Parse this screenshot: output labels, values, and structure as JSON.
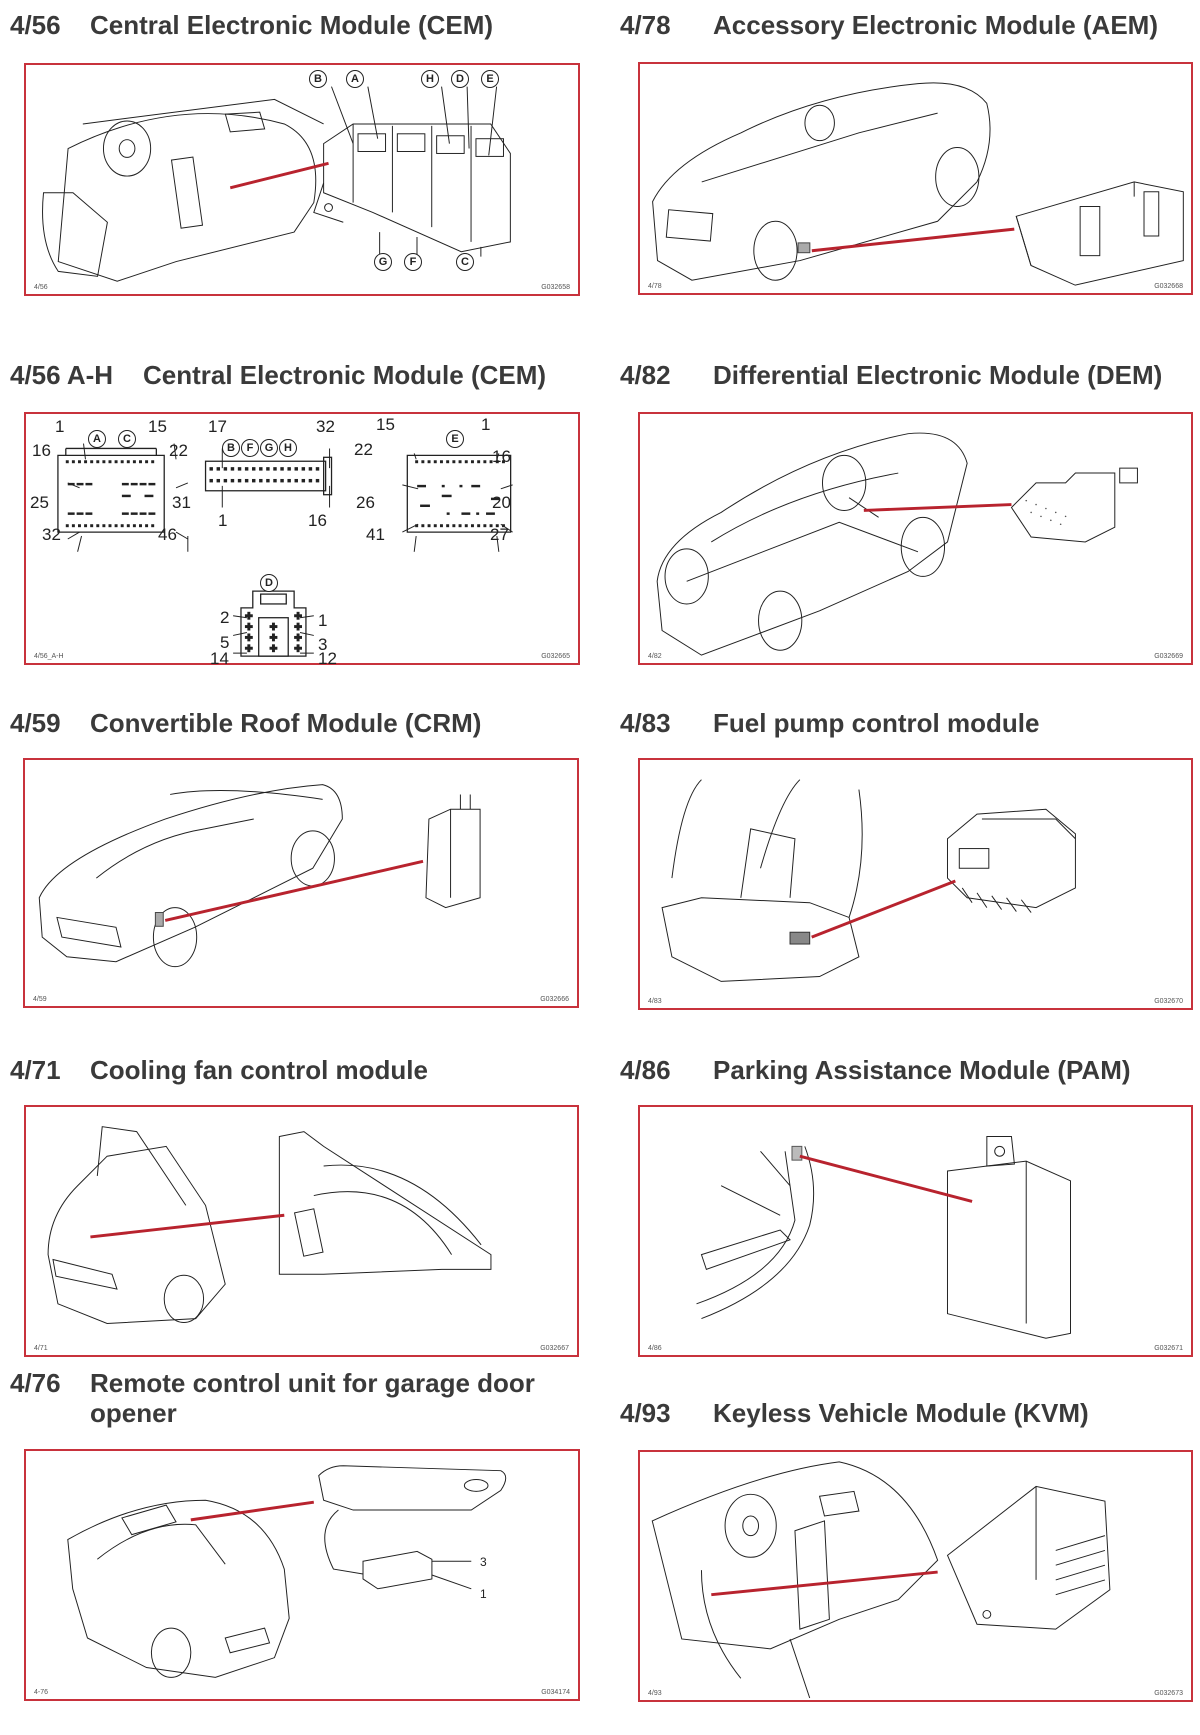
{
  "document": {
    "frame_color": "#c8323c",
    "leader_color": "#b8232e",
    "panels": [
      {
        "number": "4/56",
        "title": "Central Electronic Module (CEM)",
        "ref": "4/56",
        "code": "G032658",
        "callouts": [
          "B",
          "A",
          "H",
          "D",
          "E",
          "G",
          "F",
          "C"
        ]
      },
      {
        "number": "4/78",
        "title": "Accessory Electronic Module (AEM)",
        "ref": "4/78",
        "code": "G032668"
      },
      {
        "number": "4/56 A-H",
        "title": "Central Electronic Module (CEM)",
        "ref": "4/56_A-H",
        "code": "G032665",
        "connectors": {
          "ac": {
            "labels": [
              "A",
              "C"
            ],
            "pins": {
              "p1": "1",
              "p15": "15",
              "p16": "16",
              "p22": "22",
              "p25": "25",
              "p31": "31",
              "p32": "32",
              "p46": "46"
            }
          },
          "bfgh": {
            "labels": [
              "B",
              "F",
              "G",
              "H"
            ],
            "pins": {
              "p17": "17",
              "p32": "32",
              "p1": "1",
              "p16": "16"
            }
          },
          "e": {
            "labels": [
              "E"
            ],
            "pins": {
              "p15": "15",
              "p1": "1",
              "p22": "22",
              "p16": "16",
              "p26": "26",
              "p20": "20",
              "p41": "41",
              "p27": "27"
            }
          },
          "d": {
            "labels": [
              "D"
            ],
            "pins": {
              "p2": "2",
              "p1": "1",
              "p5": "5",
              "p3": "3",
              "p14": "14",
              "p12": "12"
            }
          }
        }
      },
      {
        "number": "4/82",
        "title": "Differential Electronic Module (DEM)",
        "ref": "4/82",
        "code": "G032669"
      },
      {
        "number": "4/59",
        "title": "Convertible Roof Module (CRM)",
        "ref": "4/59",
        "code": "G032666"
      },
      {
        "number": "4/83",
        "title": "Fuel pump control module",
        "ref": "4/83",
        "code": "G032670"
      },
      {
        "number": "4/71",
        "title": "Cooling fan control module",
        "ref": "4/71",
        "code": "G032667"
      },
      {
        "number": "4/86",
        "title": "Parking Assistance Module (PAM)",
        "ref": "4/86",
        "code": "G032671"
      },
      {
        "number": "4/76",
        "title_line1": "Remote control unit for garage door",
        "title_line2": "opener",
        "ref": "4-76",
        "code": "G034174",
        "pins": [
          "3",
          "1"
        ]
      },
      {
        "number": "4/93",
        "title": "Keyless Vehicle Module (KVM)",
        "ref": "4/93",
        "code": "G032673"
      }
    ]
  }
}
